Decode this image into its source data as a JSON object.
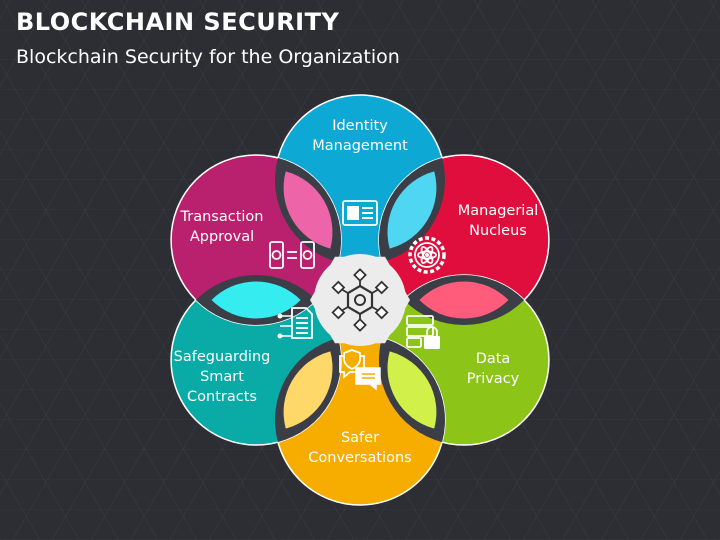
{
  "header": {
    "title": "BLOCKCHAIN SECURITY",
    "subtitle": "Blockchain Security for the Organization"
  },
  "diagram": {
    "center_icon": "blockchain-network-icon",
    "petals": [
      {
        "key": "identity",
        "lines": [
          "Identity",
          "Management"
        ],
        "color": "#0ea8d4",
        "icon": "id-card-icon"
      },
      {
        "key": "managerial",
        "lines": [
          "Managerial",
          "Nucleus"
        ],
        "color": "#df0e3c",
        "icon": "atom-gear-icon"
      },
      {
        "key": "data",
        "lines": [
          "Data",
          "Privacy"
        ],
        "color": "#8cc417",
        "icon": "server-lock-icon"
      },
      {
        "key": "safer",
        "lines": [
          "Safer",
          "Conversations"
        ],
        "color": "#f6ad00",
        "icon": "chat-shield-icon"
      },
      {
        "key": "contracts",
        "lines": [
          "Safeguarding",
          "Smart",
          "Contracts"
        ],
        "color": "#0aaba6",
        "icon": "smart-contract-icon"
      },
      {
        "key": "transaction",
        "lines": [
          "Transaction",
          "Approval"
        ],
        "color": "#b9206e",
        "icon": "phone-exchange-icon"
      }
    ],
    "lens_colors": [
      "#4fd6f2",
      "#ff5c7c",
      "#d2f04a",
      "#ffd86a",
      "#35ecf0",
      "#ee64a8"
    ]
  }
}
